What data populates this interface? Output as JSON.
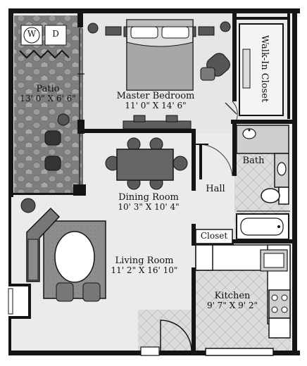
{
  "floorplan": {
    "rooms": [
      {
        "id": "patio",
        "name": "Patio",
        "dims": "13' 0\" X 6' 6\""
      },
      {
        "id": "master-bedroom",
        "name": "Master Bedroom",
        "dims": "11' 0\" X 14' 6\""
      },
      {
        "id": "dining-room",
        "name": "Dining Room",
        "dims": "10' 3\" X 10' 4\""
      },
      {
        "id": "living-room",
        "name": "Living Room",
        "dims": "11' 2\" X 16' 10\""
      },
      {
        "id": "kitchen",
        "name": "Kitchen",
        "dims": "9' 7\" X 9' 2\""
      }
    ],
    "labels": {
      "walk_in_closet": "Walk-In Closet",
      "bath": "Bath",
      "hall": "Hall",
      "closet": "Closet",
      "washer": "W",
      "dryer": "D"
    },
    "colors": {
      "wall": "#151515",
      "floor": "#e9e9e9",
      "tile": "#d2d2d2",
      "patio_stone": "#8c8c8c",
      "furniture": "#6e6e6e",
      "furniture_dark": "#3a3a3a"
    }
  }
}
